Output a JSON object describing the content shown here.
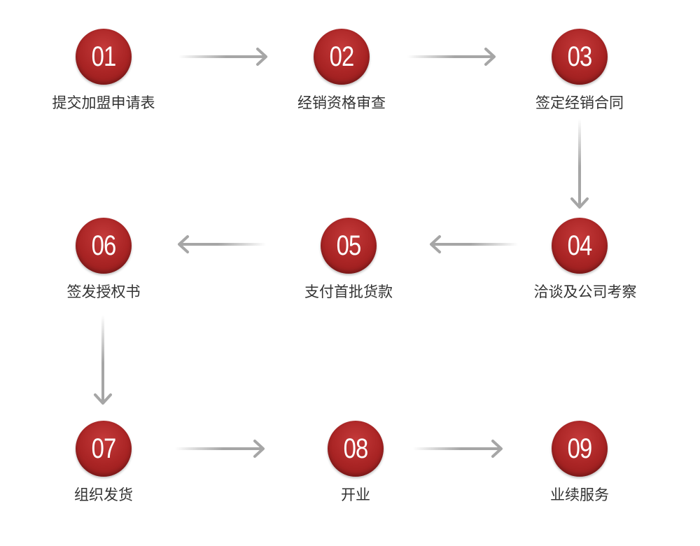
{
  "diagram": {
    "steps": [
      {
        "number": "01",
        "label": "提交加盟申请表"
      },
      {
        "number": "02",
        "label": "经销资格审查"
      },
      {
        "number": "03",
        "label": "签定经销合同"
      },
      {
        "number": "04",
        "label": "洽谈及公司考察"
      },
      {
        "number": "05",
        "label": "支付首批货款"
      },
      {
        "number": "06",
        "label": "签发授权书"
      },
      {
        "number": "07",
        "label": "组织发货"
      },
      {
        "number": "08",
        "label": "开业"
      },
      {
        "number": "09",
        "label": "业续服务"
      }
    ],
    "edges": [
      {
        "from": "01",
        "to": "02"
      },
      {
        "from": "02",
        "to": "03"
      },
      {
        "from": "03",
        "to": "04"
      },
      {
        "from": "04",
        "to": "05"
      },
      {
        "from": "05",
        "to": "06"
      },
      {
        "from": "06",
        "to": "07"
      },
      {
        "from": "07",
        "to": "08"
      },
      {
        "from": "08",
        "to": "09"
      }
    ],
    "colors": {
      "node_fill": "#a92424",
      "node_text": "#ffffff",
      "label_text": "#333333",
      "arrow": "#a6a6a6"
    }
  }
}
